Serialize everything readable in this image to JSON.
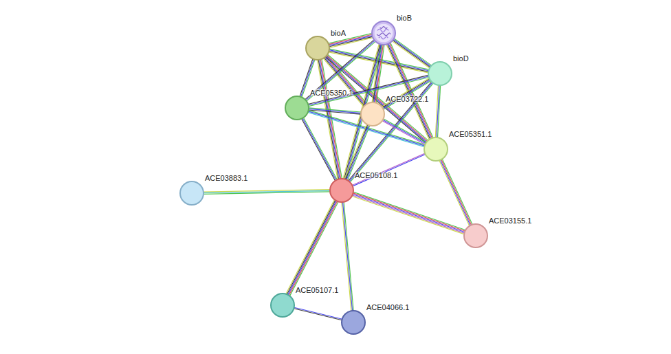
{
  "diagram": {
    "nodes": [
      {
        "text": [
          "bioA"
        ]
      },
      {
        "text": [
          "bioB"
        ]
      },
      {
        "text": [
          "bioD"
        ]
      },
      {
        "text": [
          "ACE05350.1"
        ]
      },
      {
        "text": [
          "ACE03722.1"
        ]
      },
      {
        "text": [
          "ACE05351.1"
        ]
      },
      {
        "text": [
          "ACE03883.1"
        ]
      },
      {
        "text": [
          "ACE05108.1"
        ]
      },
      {
        "text": [
          "ACE03155.1"
        ]
      },
      {
        "text": [
          "ACE05107.1"
        ]
      },
      {
        "text": [
          "ACE04066.1"
        ]
      }
    ],
    "edges": [
      {
        "from": 0,
        "to": 1,
        "arrow": "none"
      },
      {
        "from": 0,
        "to": 2,
        "arrow": "none"
      },
      {
        "from": 0,
        "to": 3,
        "arrow": "none"
      },
      {
        "from": 0,
        "to": 4,
        "arrow": "none"
      },
      {
        "from": 0,
        "to": 5,
        "arrow": "none"
      },
      {
        "from": 0,
        "to": 7,
        "arrow": "none"
      },
      {
        "from": 1,
        "to": 2,
        "arrow": "none"
      },
      {
        "from": 1,
        "to": 3,
        "arrow": "none"
      },
      {
        "from": 1,
        "to": 4,
        "arrow": "none"
      },
      {
        "from": 1,
        "to": 5,
        "arrow": "none"
      },
      {
        "from": 1,
        "to": 7,
        "arrow": "none"
      },
      {
        "from": 2,
        "to": 3,
        "arrow": "none"
      },
      {
        "from": 2,
        "to": 4,
        "arrow": "none"
      },
      {
        "from": 2,
        "to": 5,
        "arrow": "none"
      },
      {
        "from": 2,
        "to": 7,
        "arrow": "none"
      },
      {
        "from": 3,
        "to": 4,
        "arrow": "none"
      },
      {
        "from": 3,
        "to": 5,
        "arrow": "none"
      },
      {
        "from": 3,
        "to": 7,
        "arrow": "none"
      },
      {
        "from": 4,
        "to": 5,
        "arrow": "none"
      },
      {
        "from": 4,
        "to": 7,
        "arrow": "none"
      },
      {
        "from": 5,
        "to": 7,
        "arrow": "none"
      },
      {
        "from": 5,
        "to": 8,
        "arrow": "none"
      },
      {
        "from": 7,
        "to": 6,
        "arrow": "none"
      },
      {
        "from": 7,
        "to": 8,
        "arrow": "none"
      },
      {
        "from": 7,
        "to": 9,
        "arrow": "none"
      },
      {
        "from": 7,
        "to": 10,
        "arrow": "none"
      },
      {
        "from": 9,
        "to": 10,
        "arrow": "none"
      }
    ]
  }
}
